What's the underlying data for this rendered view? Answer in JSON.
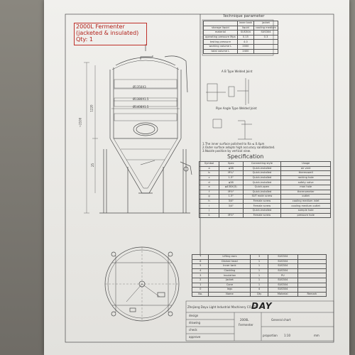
{
  "label_box": {
    "line1": "2000L Fermenter",
    "line2": "(jacketed & insulated)",
    "line3": "Qty: 1"
  },
  "technique": {
    "title": "Technique parameter",
    "header": [
      "",
      "inner tank",
      "jacket"
    ],
    "rows": [
      [
        "storage liquid",
        "liquid",
        "cooling medium"
      ],
      [
        "material",
        "SUS304",
        "SUS304"
      ],
      [
        "operating pressure Mpa",
        "0.15",
        "0.3"
      ],
      [
        "testing pressure",
        "4.0",
        ""
      ],
      [
        "working volume L",
        "2000",
        ""
      ],
      [
        "total volume L",
        "2400",
        ""
      ]
    ]
  },
  "weld": {
    "title": "A  B Type Welded Joint",
    "pipe_title": "Pipe Angle Type Welded Joint"
  },
  "notes": [
    "1.The inner surface polished to Ra ≤ 0.4μm",
    "2.Outer surface adopts high accuracy sandblasted.",
    "3.Nozzle position by vertical view."
  ],
  "spec": {
    "title": "Specification",
    "header": [
      "Symbol",
      "Spec",
      "Connecting style",
      "Usage"
    ],
    "rows": [
      [
        "a",
        "φ38",
        "Quick-installed",
        "air vent"
      ],
      [
        "b",
        "M¾\"",
        "Quick-installed",
        "thermowell"
      ],
      [
        "c",
        "1.5\"",
        "Quick-installed",
        "racking hole"
      ],
      [
        "d",
        "φ38",
        "Quick-installed",
        "safety valve"
      ],
      [
        "e",
        "φ430X(3)",
        "Quick-open",
        "man hole"
      ],
      [
        "f",
        "M½\"",
        "Quick-installed",
        "thermometer"
      ],
      [
        "g",
        "1.5\"",
        "SUT male screw",
        "outlet"
      ],
      [
        "h",
        "3/4\"",
        "Female screw",
        "cooling medium inlet"
      ],
      [
        "i",
        "3/4\"",
        "Female screw",
        "cooling medium outlet"
      ],
      [
        "j",
        "",
        "Quick-installed",
        "sample hole"
      ],
      [
        "k",
        "M½\"",
        "Female screw",
        "pressure hole"
      ]
    ]
  },
  "dimensions": {
    "d1": "Ø1350X3",
    "d2": "Ø1380X1.5",
    "d3": "Ø1408X1.5",
    "height": "~2100",
    "h_upper": "1220",
    "h_lower": "25"
  },
  "parts": {
    "rows": [
      [
        "7",
        "Lifting ears",
        "3",
        "SUS304",
        ""
      ],
      [
        "6",
        "Dished head",
        "1",
        "SUS304",
        ""
      ],
      [
        "5",
        "Inner tank",
        "1",
        "SUS304",
        ""
      ],
      [
        "4",
        "Cladding",
        "1",
        "SUS304",
        ""
      ],
      [
        "3",
        "Insulation",
        "1",
        "PU",
        ""
      ],
      [
        "2",
        "Jacket",
        "1",
        "SUS304",
        ""
      ],
      [
        "1",
        "Cone",
        "1",
        "SUS304",
        ""
      ],
      [
        "0",
        "legs",
        "4",
        "SUS304",
        ""
      ]
    ],
    "header": [
      "No.",
      "Name",
      "Qty",
      "Material",
      "Remark"
    ]
  },
  "company": "Zhejiang Dayu Light Industrial Machinery CO.,LTD",
  "logo": "DAY",
  "title_block": {
    "product": "2000L",
    "product2": "Fermenter",
    "sheet": "General chart",
    "left_rows": [
      "design",
      "drawing",
      "check",
      "approve"
    ],
    "scale": "1:10",
    "scale_label": "proportion",
    "unit": "mm"
  }
}
